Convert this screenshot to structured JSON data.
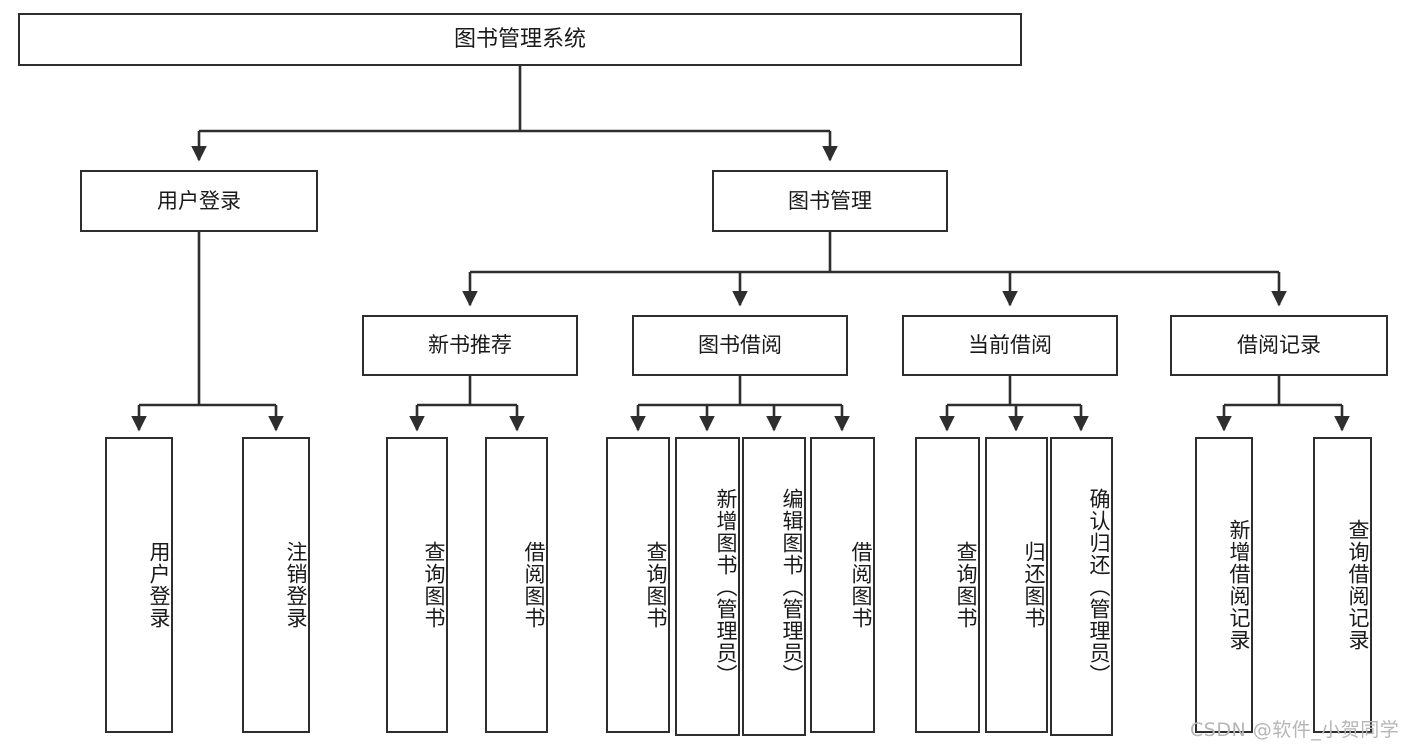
{
  "diagram": {
    "title": "图书管理系统",
    "type": "tree-hierarchy-chart",
    "root": {
      "label": "图书管理系统"
    },
    "level2": [
      {
        "label": "用户登录"
      },
      {
        "label": "图书管理"
      }
    ],
    "level3": [
      {
        "label": "新书推荐"
      },
      {
        "label": "图书借阅"
      },
      {
        "label": "当前借阅"
      },
      {
        "label": "借阅记录"
      }
    ],
    "leaves": {
      "user_login": [
        {
          "label": "用户登录"
        },
        {
          "label": "注销登录"
        }
      ],
      "new_book_recommend": [
        {
          "label": "查询图书"
        },
        {
          "label": "借阅图书"
        }
      ],
      "book_borrow": [
        {
          "label": "查询图书"
        },
        {
          "label": "新增图书（管理员）"
        },
        {
          "label": "编辑图书（管理员）"
        },
        {
          "label": "借阅图书"
        }
      ],
      "current_borrow": [
        {
          "label": "查询图书"
        },
        {
          "label": "归还图书"
        },
        {
          "label": "确认归还（管理员）"
        }
      ],
      "borrow_record": [
        {
          "label": "新增借阅记录"
        },
        {
          "label": "查询借阅记录"
        }
      ]
    },
    "watermark": "CSDN @软件_小贺同学",
    "colors": {
      "border": "#2e2e2e",
      "text": "#1a1a1a",
      "background": "#ffffff",
      "watermark": "#b6b6b6"
    }
  }
}
